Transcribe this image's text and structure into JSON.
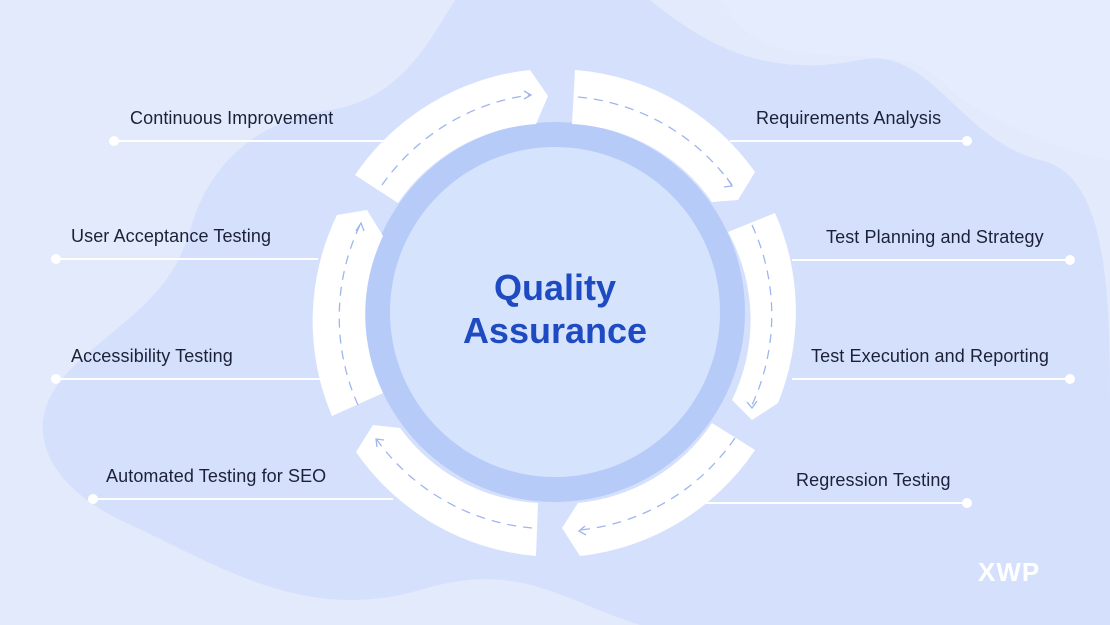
{
  "diagram": {
    "title_line1": "Quality",
    "title_line2": "Assurance",
    "colors": {
      "background": "#e2eafc",
      "blob": "#d5e1fc",
      "ring": "#b7cbf9",
      "inner_disc": "#d6e3fd",
      "segment": "#ffffff",
      "title": "#1e4ac2",
      "label_text": "#1b2238",
      "arrow_dash": "#9fb5ee"
    },
    "left_items": [
      {
        "label": "Continuous Improvement"
      },
      {
        "label": "User Acceptance Testing"
      },
      {
        "label": "Accessibility Testing"
      },
      {
        "label": "Automated Testing for SEO"
      }
    ],
    "right_items": [
      {
        "label": "Requirements Analysis"
      },
      {
        "label": "Test Planning and Strategy"
      },
      {
        "label": "Test Execution and Reporting"
      },
      {
        "label": "Regression Testing"
      }
    ],
    "cycle_order": [
      "Requirements Analysis",
      "Test Planning and Strategy",
      "Test Execution and Reporting",
      "Regression Testing",
      "Automated Testing for SEO",
      "Accessibility Testing",
      "User Acceptance Testing",
      "Continuous Improvement"
    ]
  },
  "brand": {
    "logo_text": "XWP"
  }
}
